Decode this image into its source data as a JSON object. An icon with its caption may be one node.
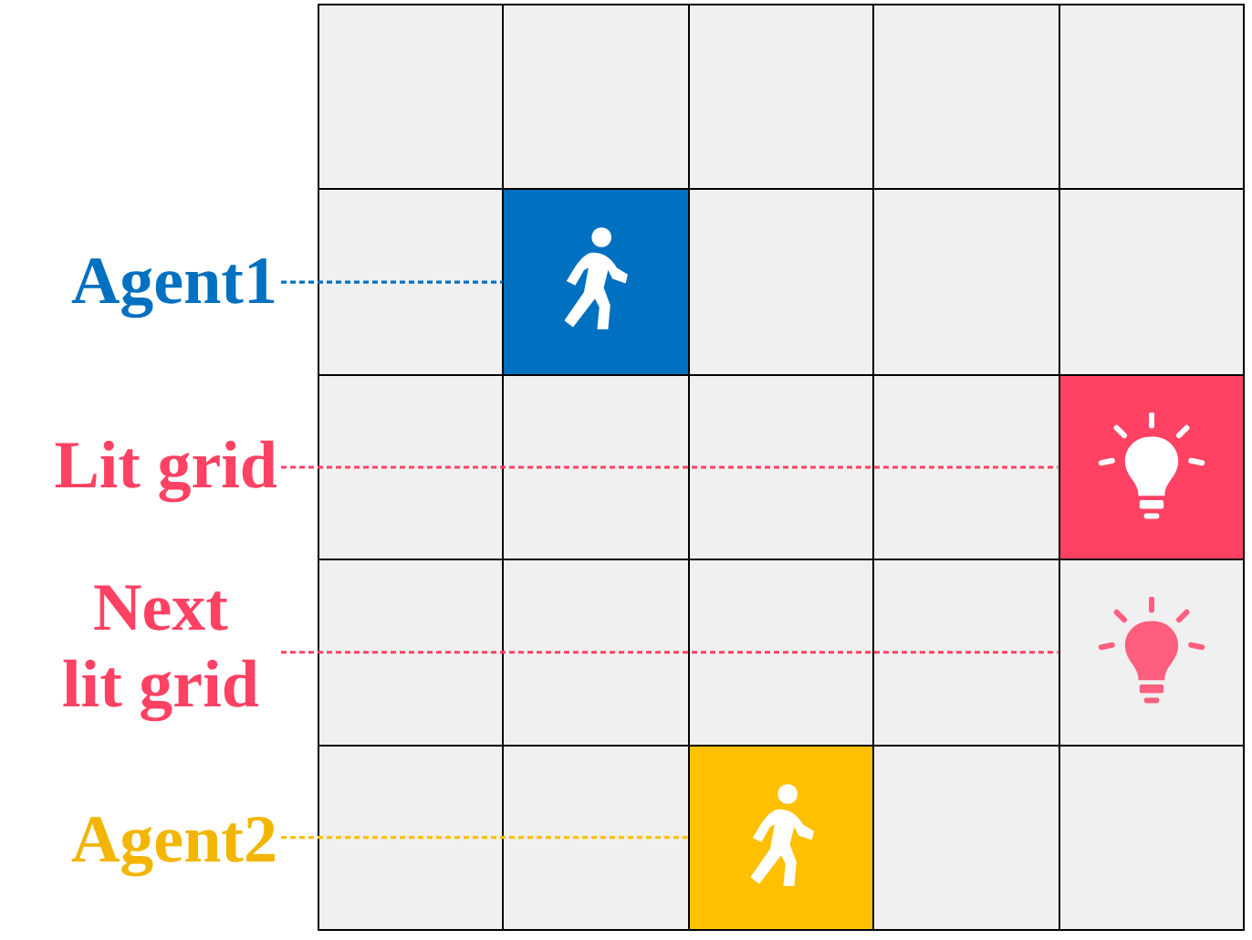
{
  "diagram": {
    "nodes": [
      {
        "text": [
          "Agent1"
        ]
      },
      {
        "text": [],
        "shape": "box"
      },
      {
        "text": [
          "Lit grid"
        ]
      },
      {
        "text": [],
        "shape": "box"
      },
      {
        "text": [
          "Next lit grid"
        ]
      },
      {
        "text": [],
        "shape": "box"
      },
      {
        "text": [
          "Agent2"
        ]
      },
      {
        "text": [],
        "shape": "box"
      }
    ],
    "edges": [
      {
        "from": 0,
        "to": 1,
        "arrow": "none",
        "style": "dashed",
        "color": "#0070c0"
      },
      {
        "from": 2,
        "to": 3,
        "arrow": "none",
        "style": "dashed",
        "color": "#ff4264"
      },
      {
        "from": 4,
        "to": 5,
        "arrow": "none",
        "style": "dashed",
        "color": "#ff4264"
      },
      {
        "from": 6,
        "to": 7,
        "arrow": "none",
        "style": "dashed",
        "color": "#ffc000"
      }
    ]
  }
}
